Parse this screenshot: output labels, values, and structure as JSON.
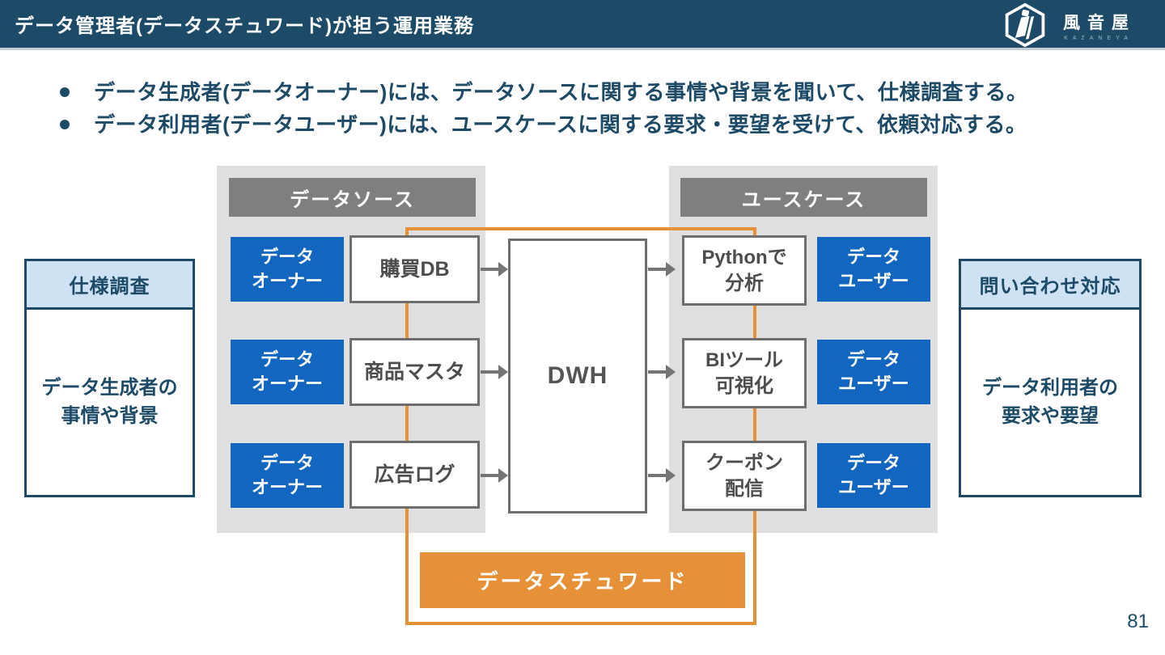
{
  "header": {
    "title": "データ管理者(データスチュワード)が担う運用業務",
    "logo": {
      "name": "風音屋",
      "subtitle": "KAZANEYA"
    }
  },
  "bullets": [
    "データ生成者(データオーナー)には、データソースに関する事情や背景を聞いて、仕様調査する。",
    "データ利用者(データユーザー)には、ユースケースに関する要求・要望を受けて、依頼対応する。"
  ],
  "diagram": {
    "source_panel_title": "データソース",
    "usecase_panel_title": "ユースケース",
    "owner_label": "データ\nオーナー",
    "user_label": "データ\nユーザー",
    "sources": [
      "購買DB",
      "商品マスタ",
      "広告ログ"
    ],
    "usecases": [
      "Pythonで\n分析",
      "BIツール\n可視化",
      "クーポン\n配信"
    ],
    "dwh_label": "DWH",
    "steward_label": "データスチュワード",
    "left_card": {
      "title": "仕様調査",
      "body": "データ生成者の\n事情や背景"
    },
    "right_card": {
      "title": "問い合わせ対応",
      "body": "データ利用者の\n要求や要望"
    }
  },
  "page_number": "81",
  "colors": {
    "navy": "#1d4a66",
    "blue": "#1266c0",
    "orange": "#e69138",
    "panel": "#dfdfdf",
    "grayheader": "#7f7f7f",
    "boxborder": "#6e6e6e",
    "boxtext": "#4d4d4d",
    "lightblue": "#cfe2f3",
    "arrow": "#757575"
  }
}
